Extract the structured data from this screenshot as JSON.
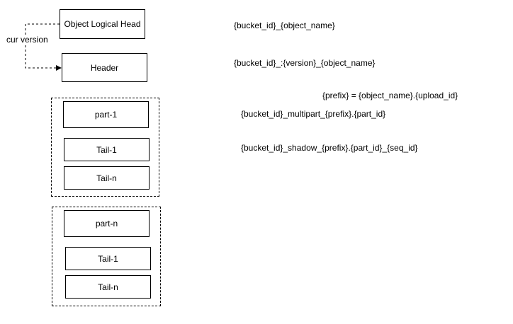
{
  "diagram": {
    "head_box": "Object Logical Head",
    "header_box": "Header",
    "edge_label": "cur version",
    "group1": {
      "part": "part-1",
      "tails": [
        "Tail-1",
        "Tail-n"
      ]
    },
    "group2": {
      "part": "part-n",
      "tails": [
        "Tail-1",
        "Tail-n"
      ]
    },
    "annotations": {
      "head_key": "{bucket_id}_{object_name}",
      "header_key": "{bucket_id}_:{version}_{object_name}",
      "prefix_def": "{prefix} = {object_name}.{upload_id}",
      "multipart_key": "{bucket_id}_multipart_{prefix}.{part_id}",
      "shadow_key": "{bucket_id}_shadow_{prefix}.{part_id}_{seq_id}"
    }
  }
}
